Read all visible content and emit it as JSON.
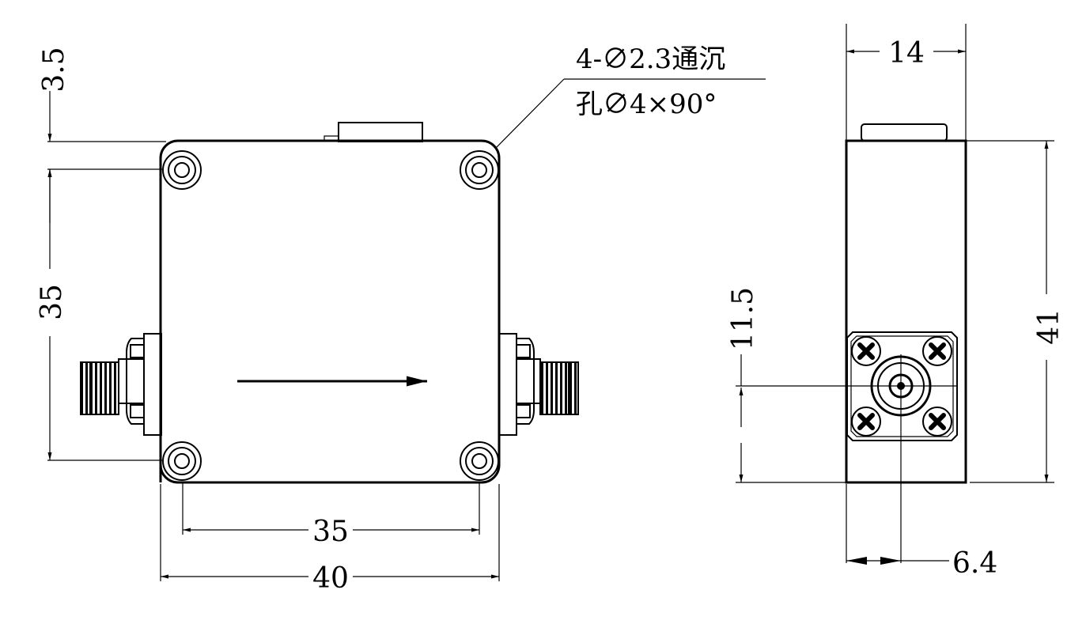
{
  "front_view": {
    "dim_top_offset": "3.5",
    "dim_hole_spacing_vertical": "35",
    "dim_hole_spacing_horizontal": "35",
    "dim_width": "40",
    "note_line1": "4-∅2.3通沉",
    "note_line2": "孔∅4×90°"
  },
  "side_view": {
    "dim_thickness": "14",
    "dim_height": "41",
    "dim_connector_height": "11.5",
    "dim_connector_offset": "6.4"
  }
}
